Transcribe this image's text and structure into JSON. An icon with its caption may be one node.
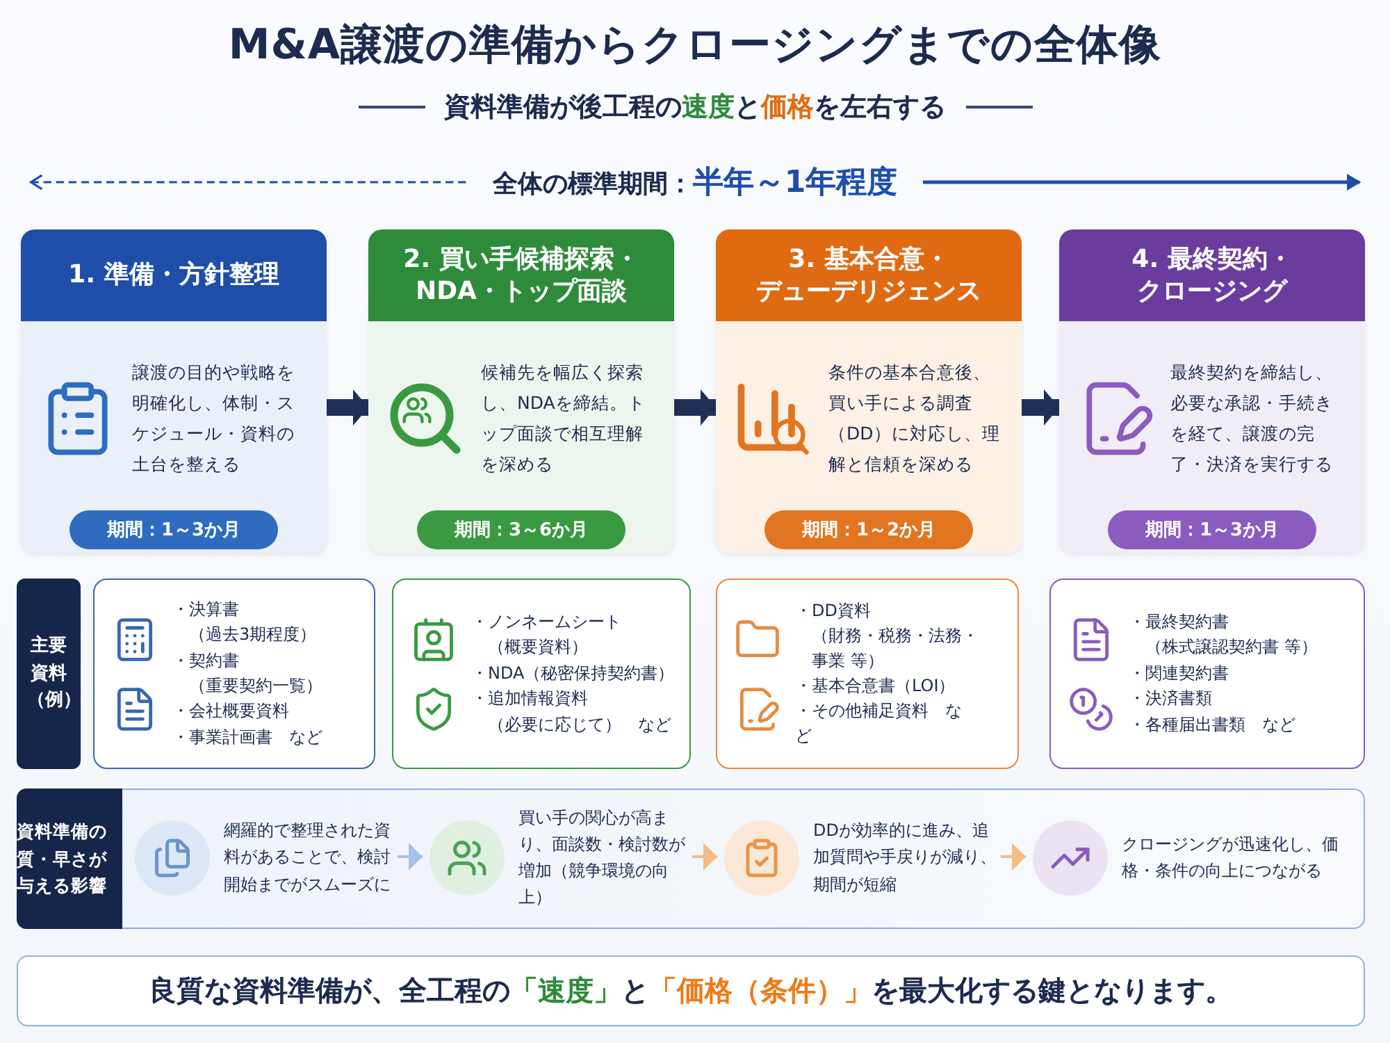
{
  "diagram": {
    "title": "M&A譲渡の準備からクロージングまでの全体像",
    "nodes": [
      {
        "text": [
          "1. 準備・方針整理",
          "譲渡の目的や戦略を明確化し、体制・スケジュール・資料の土台を整える",
          "期間：1～3か月"
        ]
      },
      {
        "text": [
          "2. 買い手候補探索・NDA・トップ面談",
          "候補先を幅広く探索し、NDAを締結。トップ面談で相互理解を深める",
          "期間：3～6か月"
        ]
      },
      {
        "text": [
          "3. 基本合意・デューデリジェンス",
          "条件の基本合意後、買い手による調査（DD）に対応し、理解と信頼を深める",
          "期間：1～2か月"
        ]
      },
      {
        "text": [
          "4. 最終契約・クロージング",
          "最終契約を締結し、必要な承認・手続きを経て、譲渡の完了・決済を実行する",
          "期間：1～3か月"
        ]
      },
      {
        "text": [
          "主要資料（例）"
        ]
      },
      {
        "text": [
          "・決算書",
          "（過去3期程度）",
          "・契約書",
          "（重要契約一覧）",
          "・会社概要資料",
          "・事業計画書　など"
        ]
      },
      {
        "text": [
          "・ノンネームシート",
          "（概要資料）",
          "・NDA（秘密保持契約書）",
          "・追加情報資料",
          "（必要に応じて）　など"
        ]
      },
      {
        "text": [
          "・DD資料",
          "（財務・税務・法務・事業 等）",
          "・基本合意書（LOI）",
          "・その他補足資料　など"
        ]
      },
      {
        "text": [
          "・最終契約書",
          "（株式譲認契約書 等）",
          "・関連契約書",
          "・決済書類",
          "・各種届出書類　など"
        ]
      },
      {
        "text": [
          "資料準備の質・早さが与える影響"
        ]
      },
      {
        "text": [
          "網羅的で整理された資料があることで、検討開始までがスムーズに"
        ],
        "in": 9
      },
      {
        "text": [
          "買い手の関心が高まり、面談数・検討数が増加（競争環境の向上）"
        ],
        "in": 9
      },
      {
        "text": [
          "DDが効率的に進み、追加質問や手戻りが減り、期間が短縮"
        ],
        "in": 9
      },
      {
        "text": [
          "クロージングが迅速化し、価格・条件の向上につながる"
        ],
        "in": 9
      },
      {
        "text": [
          "良質な資料準備が、全工程の**「速度」**と**「価格（条件）」**を最大化する鍵となります。"
        ]
      }
    ],
    "edges": [
      {
        "from": 0,
        "to": 1,
        "arrow": "to",
        "style": "thick"
      },
      {
        "from": 1,
        "to": 2,
        "arrow": "to",
        "style": "thick"
      },
      {
        "from": 2,
        "to": 3,
        "arrow": "to",
        "style": "thick"
      },
      {
        "from": 10,
        "to": 11,
        "arrow": "to",
        "color": "#a9c2e4"
      },
      {
        "from": 11,
        "to": 12,
        "arrow": "to",
        "color": "#f2bd86"
      },
      {
        "from": 12,
        "to": 13,
        "arrow": "to",
        "color": "#f2bd86"
      }
    ],
    "labels": [
      "資料準備が後工程の**速度**と**価格**を左右する",
      "全体の標準期間：**半年～1年程度**"
    ]
  }
}
